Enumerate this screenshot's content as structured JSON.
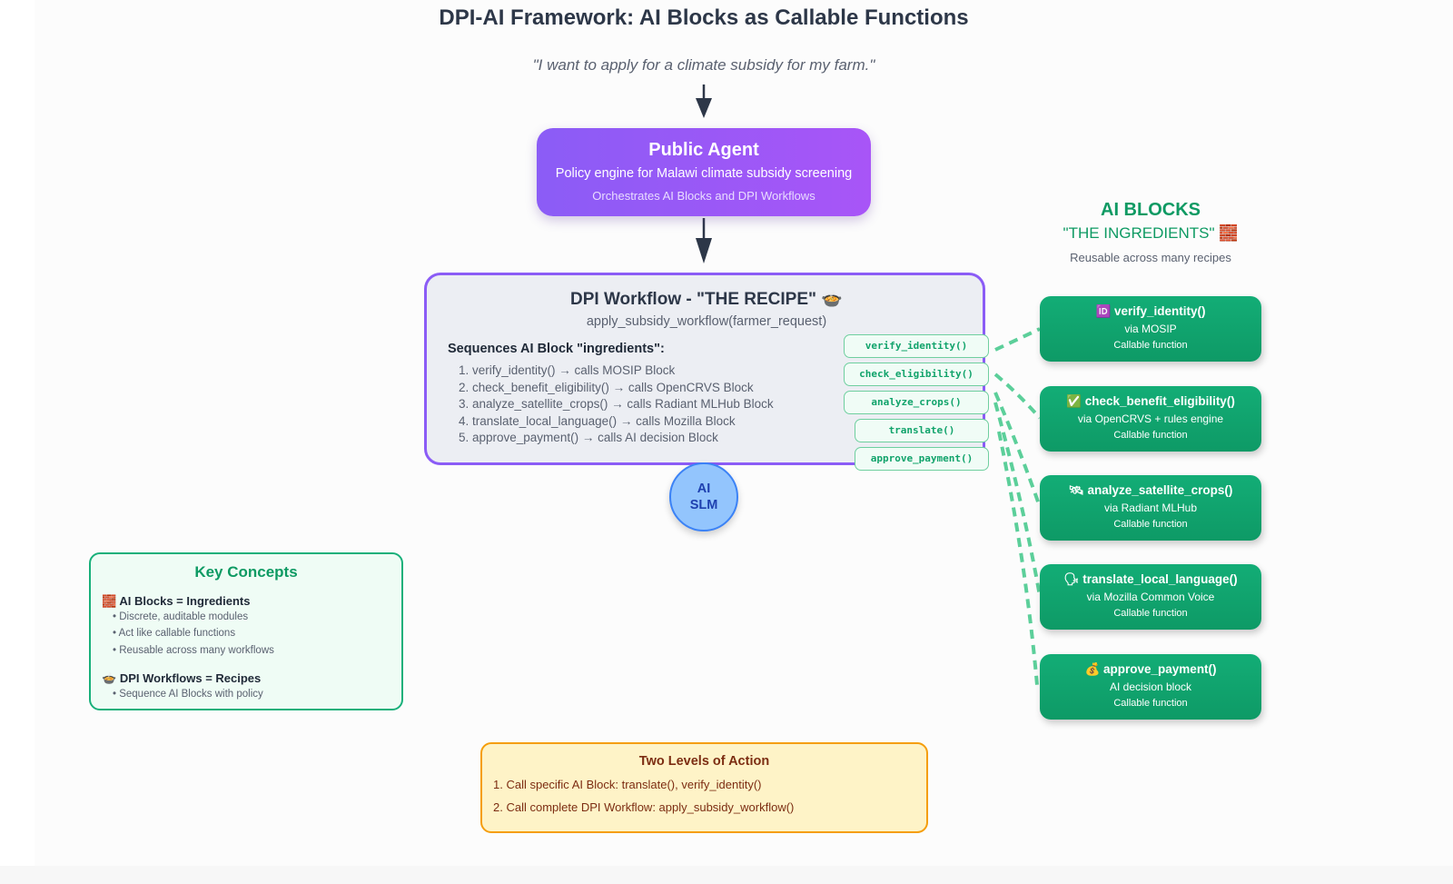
{
  "title": "DPI-AI Framework: AI Blocks as Callable Functions",
  "user_request": "\"I want to apply for a climate subsidy for my farm.\"",
  "public_agent": {
    "title": "Public Agent",
    "subtitle": "Policy engine for Malawi climate subsidy screening",
    "description": "Orchestrates AI Blocks and DPI Workflows",
    "color": "#8b5cf6"
  },
  "workflow": {
    "title": "DPI Workflow - \"THE RECIPE\"",
    "title_icon": "🍲",
    "signature": "apply_subsidy_workflow(farmer_request)",
    "sequence_label": "Sequences AI Block \"ingredients\":",
    "steps": [
      "verify_identity() → calls MOSIP Block",
      "check_benefit_eligibility() → calls OpenCRVS Block",
      "analyze_satellite_crops() → calls Radiant MLHub Block",
      "translate_local_language() → calls Mozilla Block",
      "approve_payment() → calls AI decision Block"
    ],
    "function_pills": [
      "verify_identity()",
      "check_eligibility()",
      "analyze_crops()",
      "translate()",
      "approve_payment()"
    ]
  },
  "slm": {
    "line1": "AI",
    "line2": "SLM"
  },
  "ai_blocks": {
    "title": "AI BLOCKS",
    "subtitle": "\"THE INGREDIENTS\"",
    "subtitle_icon": "🧱",
    "description": "Reusable across many recipes",
    "color": "#0e9a63",
    "blocks": [
      {
        "icon": "🆔",
        "icon_name": "id-icon",
        "function": "verify_identity()",
        "via": "via MOSIP",
        "type": "Callable function"
      },
      {
        "icon": "✅",
        "icon_name": "check-icon",
        "function": "check_benefit_eligibility()",
        "via": "via OpenCRVS + rules engine",
        "type": "Callable function"
      },
      {
        "icon": "🛰",
        "icon_name": "satellite-icon",
        "function": "analyze_satellite_crops()",
        "via": "via Radiant MLHub",
        "type": "Callable function"
      },
      {
        "icon": "🗣",
        "icon_name": "speaking-head-icon",
        "function": "translate_local_language()",
        "via": "via Mozilla Common Voice",
        "type": "Callable function"
      },
      {
        "icon": "💰",
        "icon_name": "money-bag-icon",
        "function": "approve_payment()",
        "via": "AI decision block",
        "type": "Callable function"
      }
    ]
  },
  "key_concepts": {
    "title": "Key Concepts",
    "groups": [
      {
        "icon": "🧱",
        "heading": "AI Blocks = Ingredients",
        "bullets": [
          "• Discrete, auditable modules",
          "• Act like callable functions",
          "• Reusable across many workflows"
        ]
      },
      {
        "icon": "🍲",
        "heading": "DPI Workflows = Recipes",
        "bullets": [
          "• Sequence AI Blocks with policy"
        ]
      }
    ]
  },
  "two_levels": {
    "title": "Two Levels of Action",
    "items": [
      "1. Call specific AI Block: translate(), verify_identity()",
      "2. Call complete DPI Workflow: apply_subsidy_workflow()"
    ]
  }
}
